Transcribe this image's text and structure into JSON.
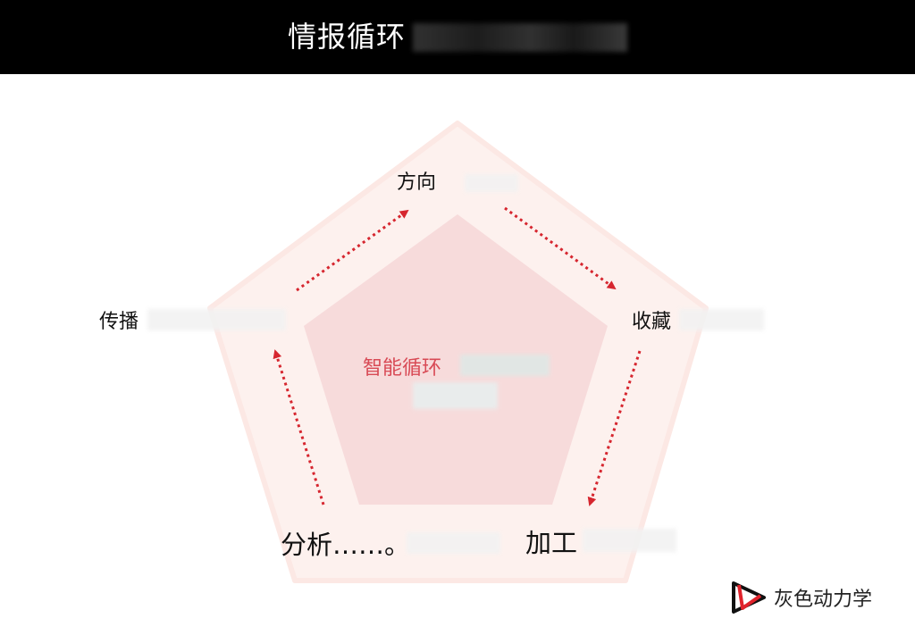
{
  "header": {
    "title": "情报循环"
  },
  "diagram": {
    "center_label": "智能循环",
    "nodes": {
      "top": "方向",
      "right": "收藏",
      "bottom_right": "加工",
      "bottom_left": "分析……。",
      "left": "传播"
    }
  },
  "colors": {
    "arrow": "#d6262f",
    "inner_pentagon": "#f3c8cc",
    "outer_pentagon": "#fdf1ee",
    "center_text": "#d84a55",
    "header_bg": "#000000"
  },
  "brand": {
    "name": "灰色动力学",
    "icon": "brand-logo-icon"
  }
}
